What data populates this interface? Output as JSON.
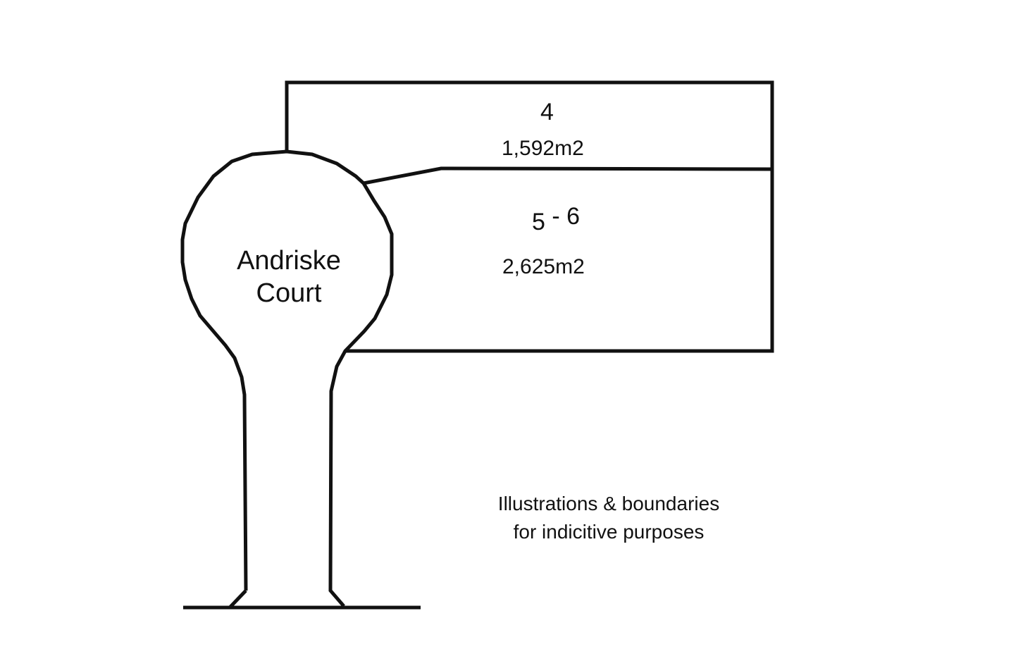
{
  "colors": {
    "line": "#111111",
    "background": "#ffffff"
  },
  "street": {
    "name_line1": "Andriske",
    "name_line2": "Court"
  },
  "lots": [
    {
      "number": "4",
      "area": "1,592m2"
    },
    {
      "number_a": "5",
      "number_sep": "-",
      "number_b": "6",
      "area": "2,625m2"
    }
  ],
  "note": {
    "line1": "Illustrations & boundaries",
    "line2": "for indicitive purposes"
  }
}
